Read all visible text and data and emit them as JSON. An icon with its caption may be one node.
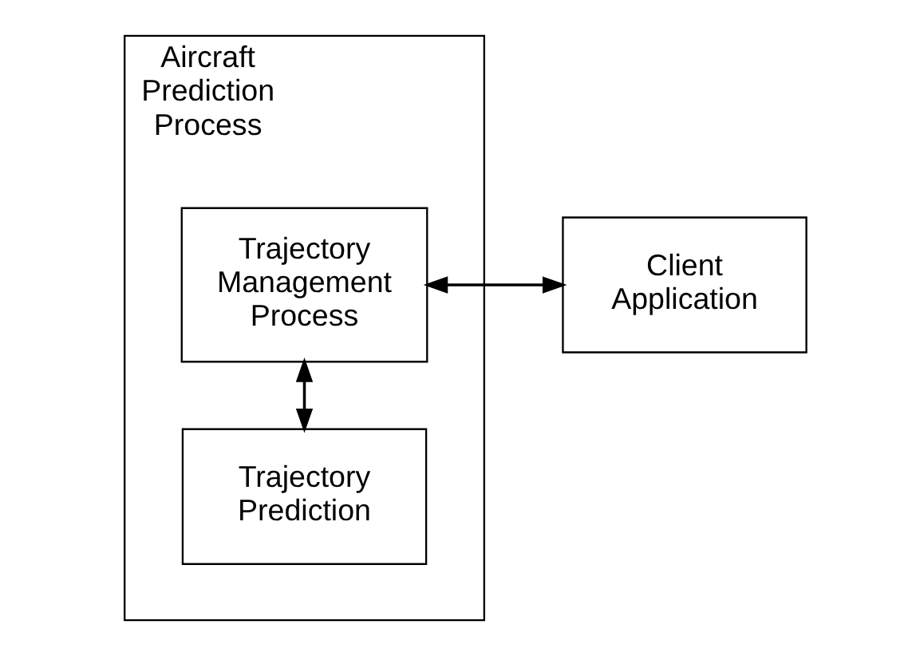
{
  "diagram": {
    "nodes": [
      {
        "text": [
          "Aircraft Prediction Process"
        ]
      },
      {
        "text": [
          "Trajectory Management Process"
        ],
        "in": 0
      },
      {
        "text": [
          "Trajectory Prediction"
        ],
        "in": 0
      },
      {
        "text": [
          "Client Application"
        ]
      }
    ],
    "edges": [
      {
        "from": 1,
        "to": 3,
        "arrow": "both"
      },
      {
        "from": 1,
        "to": 2,
        "arrow": "both"
      }
    ]
  }
}
